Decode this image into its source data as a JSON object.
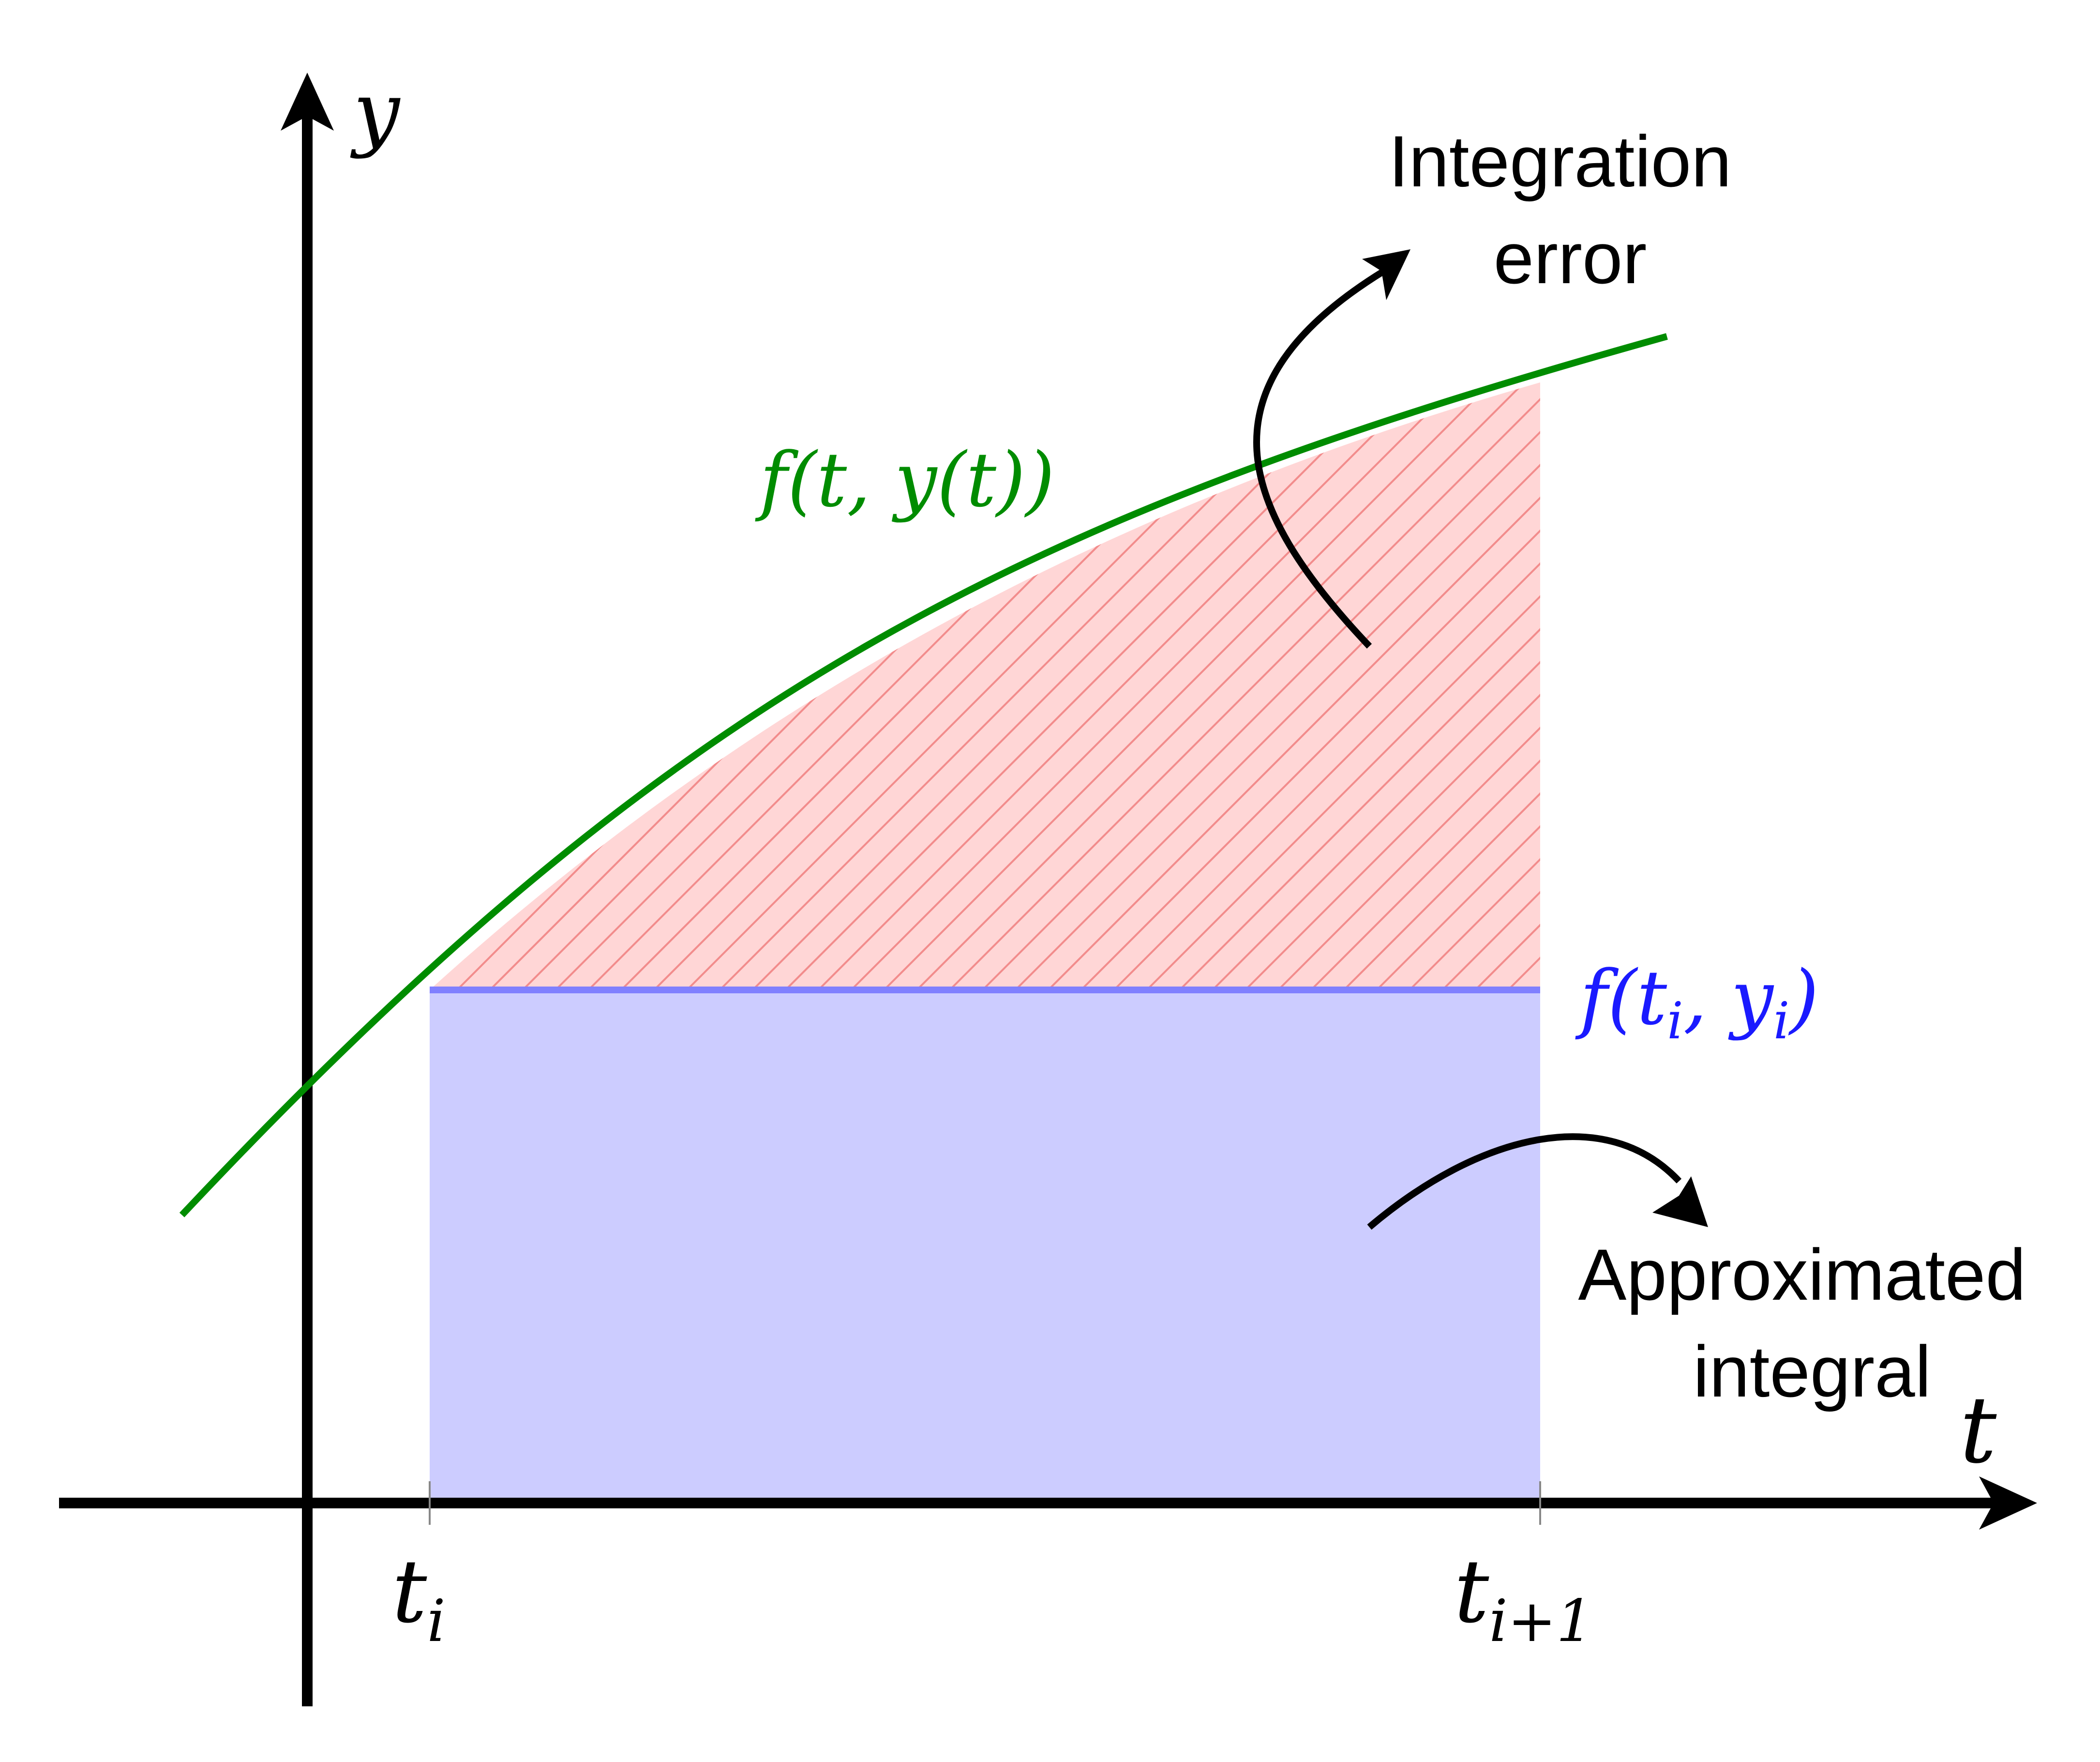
{
  "axes": {
    "y_label": "y",
    "x_label": "t"
  },
  "ticks": {
    "left": {
      "base": "t",
      "sub": "i"
    },
    "right": {
      "base": "t",
      "sub": "i+1"
    }
  },
  "curve_label": "f(t, y(t))",
  "rect_label": {
    "prefix": "f(",
    "t": "t",
    "t_sub": "i",
    "sep": ", ",
    "y": "y",
    "y_sub": "i",
    "suffix": ")"
  },
  "annotations": {
    "integration_error": [
      "Integration",
      "error"
    ],
    "approximated_integral": [
      "Approximated",
      "integral"
    ]
  },
  "colors": {
    "curve": "#008c00",
    "rect_fill": "#ccccff",
    "rect_line": "#8080ff",
    "rect_label": "#1a1aff",
    "error_fill": "#ffd6d6",
    "error_hatch": "#f28c8c",
    "axis": "#000000"
  }
}
